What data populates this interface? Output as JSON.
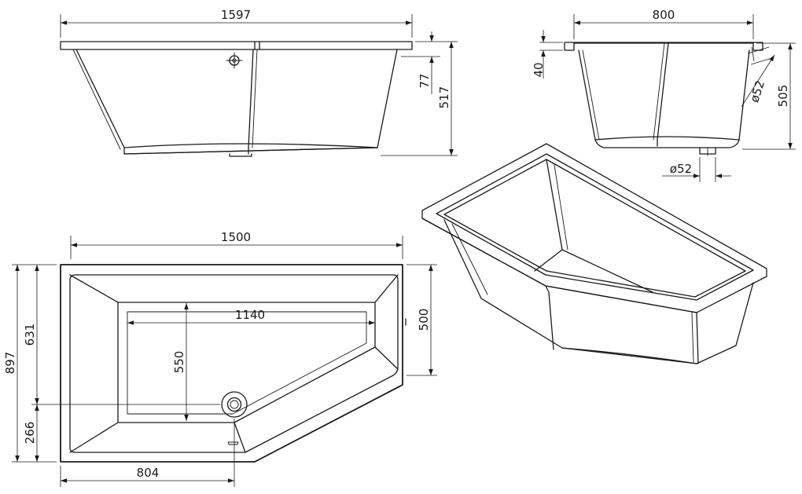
{
  "dimensions": {
    "side_length": "1597",
    "side_rim_height": "77",
    "side_depth": "517",
    "end_width": "800",
    "end_rim_thickness": "40",
    "end_overflow_diameter": "ø52",
    "end_depth": "505",
    "end_drain_diameter": "ø52",
    "plan_length": "1500",
    "plan_inner_length": "1140",
    "plan_inner_width": "550",
    "plan_total_width": "897",
    "plan_wide_part": "631",
    "plan_narrow_part": "266",
    "plan_right_side": "500",
    "plan_drain_offset": "804"
  }
}
